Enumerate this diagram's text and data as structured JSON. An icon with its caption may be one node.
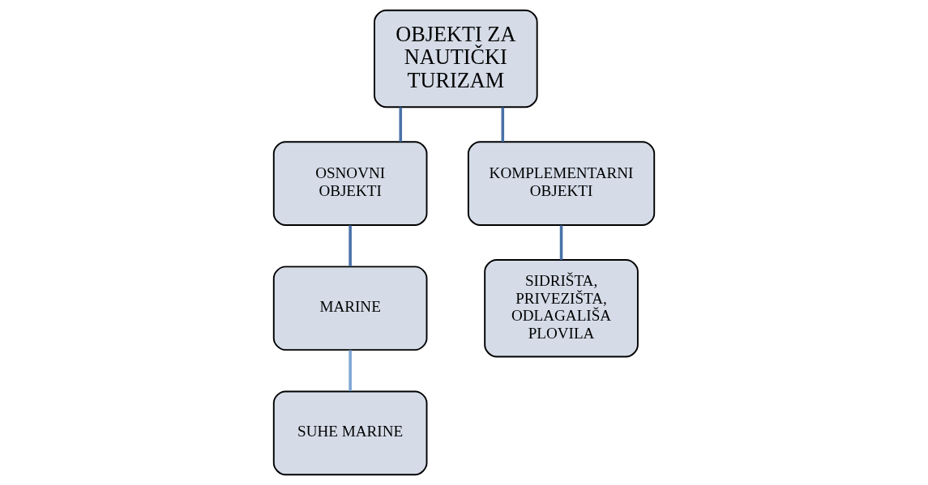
{
  "diagram": {
    "nodes": [
      {
        "text": [
          "OBJEKTI ZA NAUTIČKI TURIZAM"
        ]
      },
      {
        "text": [
          "OSNOVNI OBJEKTI"
        ]
      },
      {
        "text": [
          "KOMPLEMENTARNI OBJEKTI"
        ]
      },
      {
        "text": [
          "MARINE"
        ]
      },
      {
        "text": [
          "SUHE MARINE"
        ]
      },
      {
        "text": [
          "SIDRIŠTA, PRIVEZIŠTA, ODLAGALIŠA PLOVILA"
        ]
      }
    ],
    "edges": [
      {
        "from": 0,
        "to": 1,
        "arrow": "none"
      },
      {
        "from": 0,
        "to": 2,
        "arrow": "none"
      },
      {
        "from": 1,
        "to": 3,
        "arrow": "none"
      },
      {
        "from": 3,
        "to": 4,
        "arrow": "none",
        "color": "#7fa6d4"
      },
      {
        "from": 2,
        "to": 5,
        "arrow": "none"
      }
    ]
  }
}
